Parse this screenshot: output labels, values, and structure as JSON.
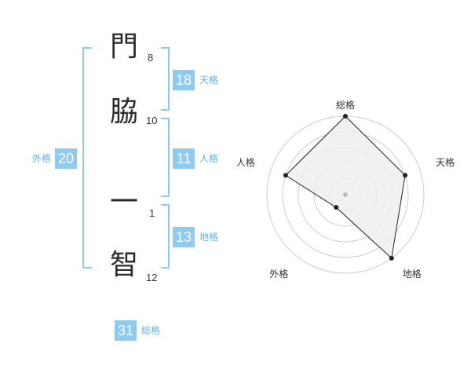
{
  "name": {
    "characters": [
      {
        "char": "門",
        "strokes": "8"
      },
      {
        "char": "脇",
        "strokes": "10"
      },
      {
        "char": "一",
        "strokes": "1"
      },
      {
        "char": "智",
        "strokes": "12"
      }
    ]
  },
  "fortunes": {
    "tenkaku": {
      "label": "天格",
      "value": "18"
    },
    "jinkaku": {
      "label": "人格",
      "value": "11"
    },
    "chikaku": {
      "label": "地格",
      "value": "13"
    },
    "gaikaku": {
      "label": "外格",
      "value": "20"
    },
    "soukaku": {
      "label": "総格",
      "value": "31"
    }
  },
  "chart_data": {
    "type": "radar",
    "axes": [
      "総格",
      "天格",
      "地格",
      "外格",
      "人格"
    ],
    "values": [
      5,
      4,
      5,
      1,
      4
    ],
    "max": 5,
    "rings": 5,
    "colors": {
      "fill": "#eeeeee",
      "line": "#222222",
      "grid": "#cccccc",
      "center": "#bbbbbb"
    }
  }
}
